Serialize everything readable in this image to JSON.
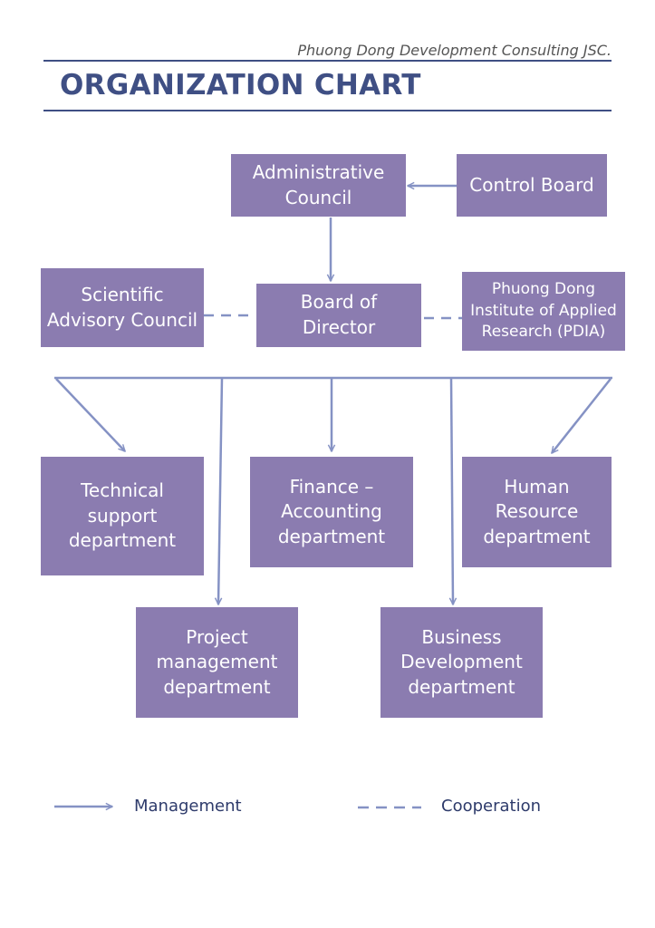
{
  "header": {
    "company": "Phuong Dong Development Consulting JSC.",
    "title": "ORGANIZATION CHART"
  },
  "nodes": {
    "administrative_council": "Administrative Council",
    "control_board": "Control Board",
    "scientific_advisory_council": "Scientific Advisory Council",
    "board_of_director": "Board of Director",
    "pdia": "Phuong Dong Institute of Applied Research (PDIA)",
    "technical_support": "Technical support department",
    "finance_accounting": "Finance – Accounting department",
    "human_resource": "Human Resource department",
    "project_management": "Project management department",
    "business_development": "Business Development department"
  },
  "legend": {
    "management": "Management",
    "cooperation": "Cooperation"
  },
  "colors": {
    "box_fill": "#8b7cb0",
    "box_text": "#ffffff",
    "connector": "#8592c4",
    "heading": "#3f4f84"
  }
}
